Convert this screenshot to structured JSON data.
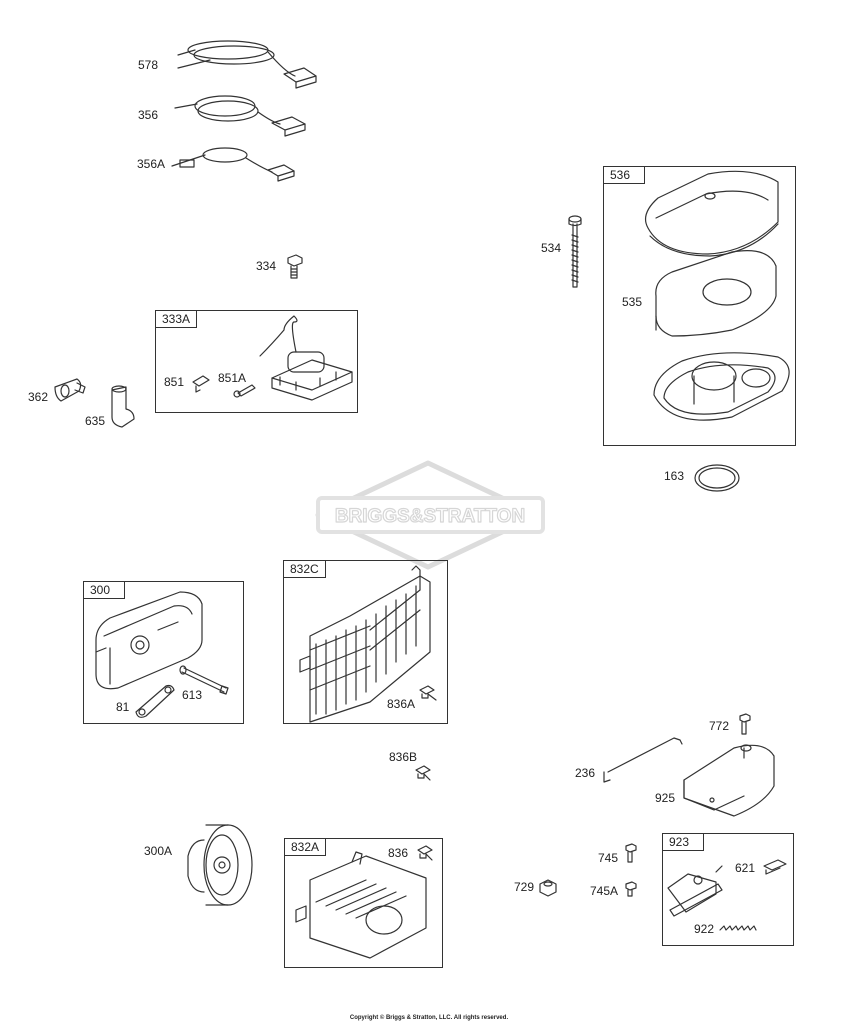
{
  "watermark": "BRIGGS&STRATTON",
  "copyright": "Copyright © Briggs & Stratton, LLC. All rights reserved.",
  "boxes": {
    "b536": "536",
    "b333A": "333A",
    "b300": "300",
    "b832C": "832C",
    "b832A": "832A",
    "b923": "923"
  },
  "parts": {
    "p578": "578",
    "p356": "356",
    "p356A": "356A",
    "p334": "334",
    "p362": "362",
    "p635": "635",
    "p851": "851",
    "p851A": "851A",
    "p534": "534",
    "p535": "535",
    "p163": "163",
    "p81": "81",
    "p613": "613",
    "p836A": "836A",
    "p836B": "836B",
    "p300A": "300A",
    "p836": "836",
    "p772": "772",
    "p236": "236",
    "p925": "925",
    "p745": "745",
    "p745A": "745A",
    "p729": "729",
    "p621": "621",
    "p922": "922"
  }
}
